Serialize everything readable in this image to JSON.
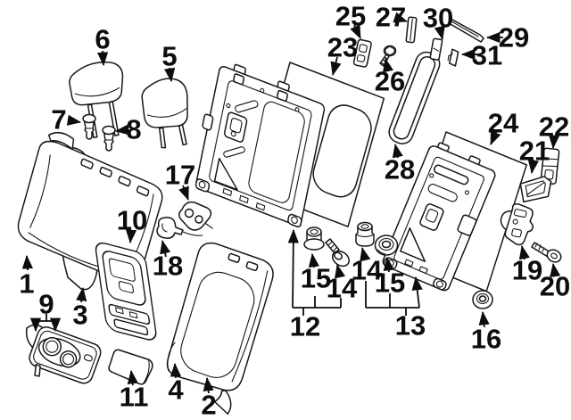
{
  "diagram": {
    "background_color": "#ffffff",
    "line_color": "#161616",
    "label_color": "#0d0d0d",
    "callouts": [
      {
        "id": "1",
        "label": "1",
        "text": [
          30,
          318
        ],
        "arrows": [
          [
            31,
            303,
            30,
            287
          ]
        ]
      },
      {
        "id": "2",
        "label": "2",
        "text": [
          234,
          454
        ],
        "arrows": [
          [
            234,
            441,
            232,
            424
          ]
        ]
      },
      {
        "id": "3",
        "label": "3",
        "text": [
          90,
          353
        ],
        "arrows": [
          [
            91,
            339,
            93,
            323
          ]
        ]
      },
      {
        "id": "4",
        "label": "4",
        "text": [
          197,
          437
        ],
        "arrows": [
          [
            197,
            424,
            196,
            408
          ]
        ]
      },
      {
        "id": "5",
        "label": "5",
        "text": [
          190,
          63
        ],
        "arrows": [
          [
            190,
            76,
            192,
            91
          ]
        ]
      },
      {
        "id": "6",
        "label": "6",
        "text": [
          115,
          44
        ],
        "arrows": [
          [
            115,
            57,
            116,
            73
          ]
        ]
      },
      {
        "id": "7",
        "label": "7",
        "text": [
          66,
          134
        ],
        "arrows": [
          [
            77,
            135,
            90,
            137
          ]
        ]
      },
      {
        "id": "8",
        "label": "8",
        "text": [
          150,
          145
        ],
        "arrows": [
          [
            139,
            146,
            130,
            147
          ]
        ]
      },
      {
        "id": "9",
        "label": "9",
        "text": [
          52,
          341
        ],
        "lines": [
          [
            52,
            352,
            52,
            360
          ],
          [
            40,
            360,
            62,
            360
          ]
        ],
        "arrows": [
          [
            40,
            360,
            40,
            371
          ],
          [
            62,
            360,
            62,
            371
          ]
        ]
      },
      {
        "id": "10",
        "label": "10",
        "text": [
          148,
          247
        ],
        "arrows": [
          [
            147,
            258,
            146,
            272
          ]
        ]
      },
      {
        "id": "11",
        "label": "11",
        "text": [
          150,
          445
        ],
        "arrows": [
          [
            149,
            432,
            147,
            416
          ]
        ]
      },
      {
        "id": "12",
        "label": "12",
        "text": [
          342,
          366
        ],
        "lines": [
          [
            328,
            345,
            382,
            345
          ],
          [
            353,
            345,
            353,
            332
          ],
          [
            382,
            345,
            382,
            334
          ],
          [
            340,
            345,
            340,
            354
          ]
        ],
        "arrows": [
          [
            328,
            345,
            329,
            258
          ]
        ]
      },
      {
        "id": "13",
        "label": "13",
        "text": [
          460,
          365
        ],
        "lines": [
          [
            410,
            345,
            470,
            345
          ],
          [
            410,
            345,
            410,
            315
          ],
          [
            437,
            345,
            437,
            329
          ],
          [
            455,
            345,
            455,
            354
          ]
        ],
        "arrows": [
          [
            470,
            345,
            466,
            311
          ]
        ]
      },
      {
        "id": "15a",
        "label": "15",
        "text": [
          354,
          312
        ],
        "arrows": [
          [
            352,
            300,
            350,
            285
          ]
        ]
      },
      {
        "id": "14a",
        "label": "14",
        "text": [
          383,
          323
        ],
        "arrows": [
          [
            381,
            311,
            378,
            297
          ]
        ]
      },
      {
        "id": "14b",
        "label": "14",
        "text": [
          411,
          303
        ],
        "arrows": [
          [
            409,
            291,
            406,
            278
          ]
        ]
      },
      {
        "id": "15b",
        "label": "15",
        "text": [
          437,
          317
        ],
        "arrows": [
          [
            436,
            305,
            434,
            289
          ]
        ]
      },
      {
        "id": "16",
        "label": "16",
        "text": [
          545,
          380
        ],
        "arrows": [
          [
            543,
            367,
            541,
            350
          ]
        ]
      },
      {
        "id": "17",
        "label": "17",
        "text": [
          202,
          196
        ],
        "arrows": [
          [
            205,
            208,
            211,
            224
          ]
        ]
      },
      {
        "id": "18",
        "label": "18",
        "text": [
          188,
          298
        ],
        "arrows": [
          [
            186,
            288,
            182,
            270
          ]
        ]
      },
      {
        "id": "19",
        "label": "19",
        "text": [
          591,
          303
        ],
        "arrows": [
          [
            588,
            291,
            585,
            276
          ]
        ]
      },
      {
        "id": "20",
        "label": "20",
        "text": [
          622,
          321
        ],
        "arrows": [
          [
            622,
            309,
            620,
            296
          ]
        ]
      },
      {
        "id": "21",
        "label": "21",
        "text": [
          599,
          169
        ],
        "arrows": [
          [
            598,
            179,
            596,
            194
          ]
        ]
      },
      {
        "id": "22",
        "label": "22",
        "text": [
          621,
          142
        ],
        "arrows": [
          [
            621,
            152,
            620,
            166
          ]
        ]
      },
      {
        "id": "23",
        "label": "23",
        "text": [
          384,
          53
        ],
        "arrows": [
          [
            378,
            64,
            373,
            84
          ]
        ]
      },
      {
        "id": "24",
        "label": "24",
        "text": [
          564,
          138
        ],
        "arrows": [
          [
            556,
            148,
            550,
            162
          ]
        ]
      },
      {
        "id": "25",
        "label": "25",
        "text": [
          393,
          18
        ],
        "arrows": [
          [
            397,
            28,
            404,
            43
          ]
        ]
      },
      {
        "id": "26",
        "label": "26",
        "text": [
          437,
          91
        ],
        "arrows": [
          [
            435,
            80,
            432,
            66
          ]
        ]
      },
      {
        "id": "27",
        "label": "27",
        "text": [
          438,
          19
        ],
        "arrows": [
          [
            447,
            21,
            456,
            24
          ]
        ]
      },
      {
        "id": "28",
        "label": "28",
        "text": [
          448,
          190
        ],
        "arrows": [
          [
            446,
            177,
            443,
            162
          ]
        ]
      },
      {
        "id": "29",
        "label": "29",
        "text": [
          576,
          42
        ],
        "arrows": [
          [
            564,
            42,
            546,
            42
          ]
        ]
      },
      {
        "id": "30",
        "label": "30",
        "text": [
          491,
          20
        ],
        "arrows": [
          [
            493,
            31,
            496,
            44
          ]
        ]
      },
      {
        "id": "31",
        "label": "31",
        "text": [
          546,
          62
        ],
        "arrows": [
          [
            535,
            61,
            518,
            61
          ]
        ]
      }
    ]
  }
}
